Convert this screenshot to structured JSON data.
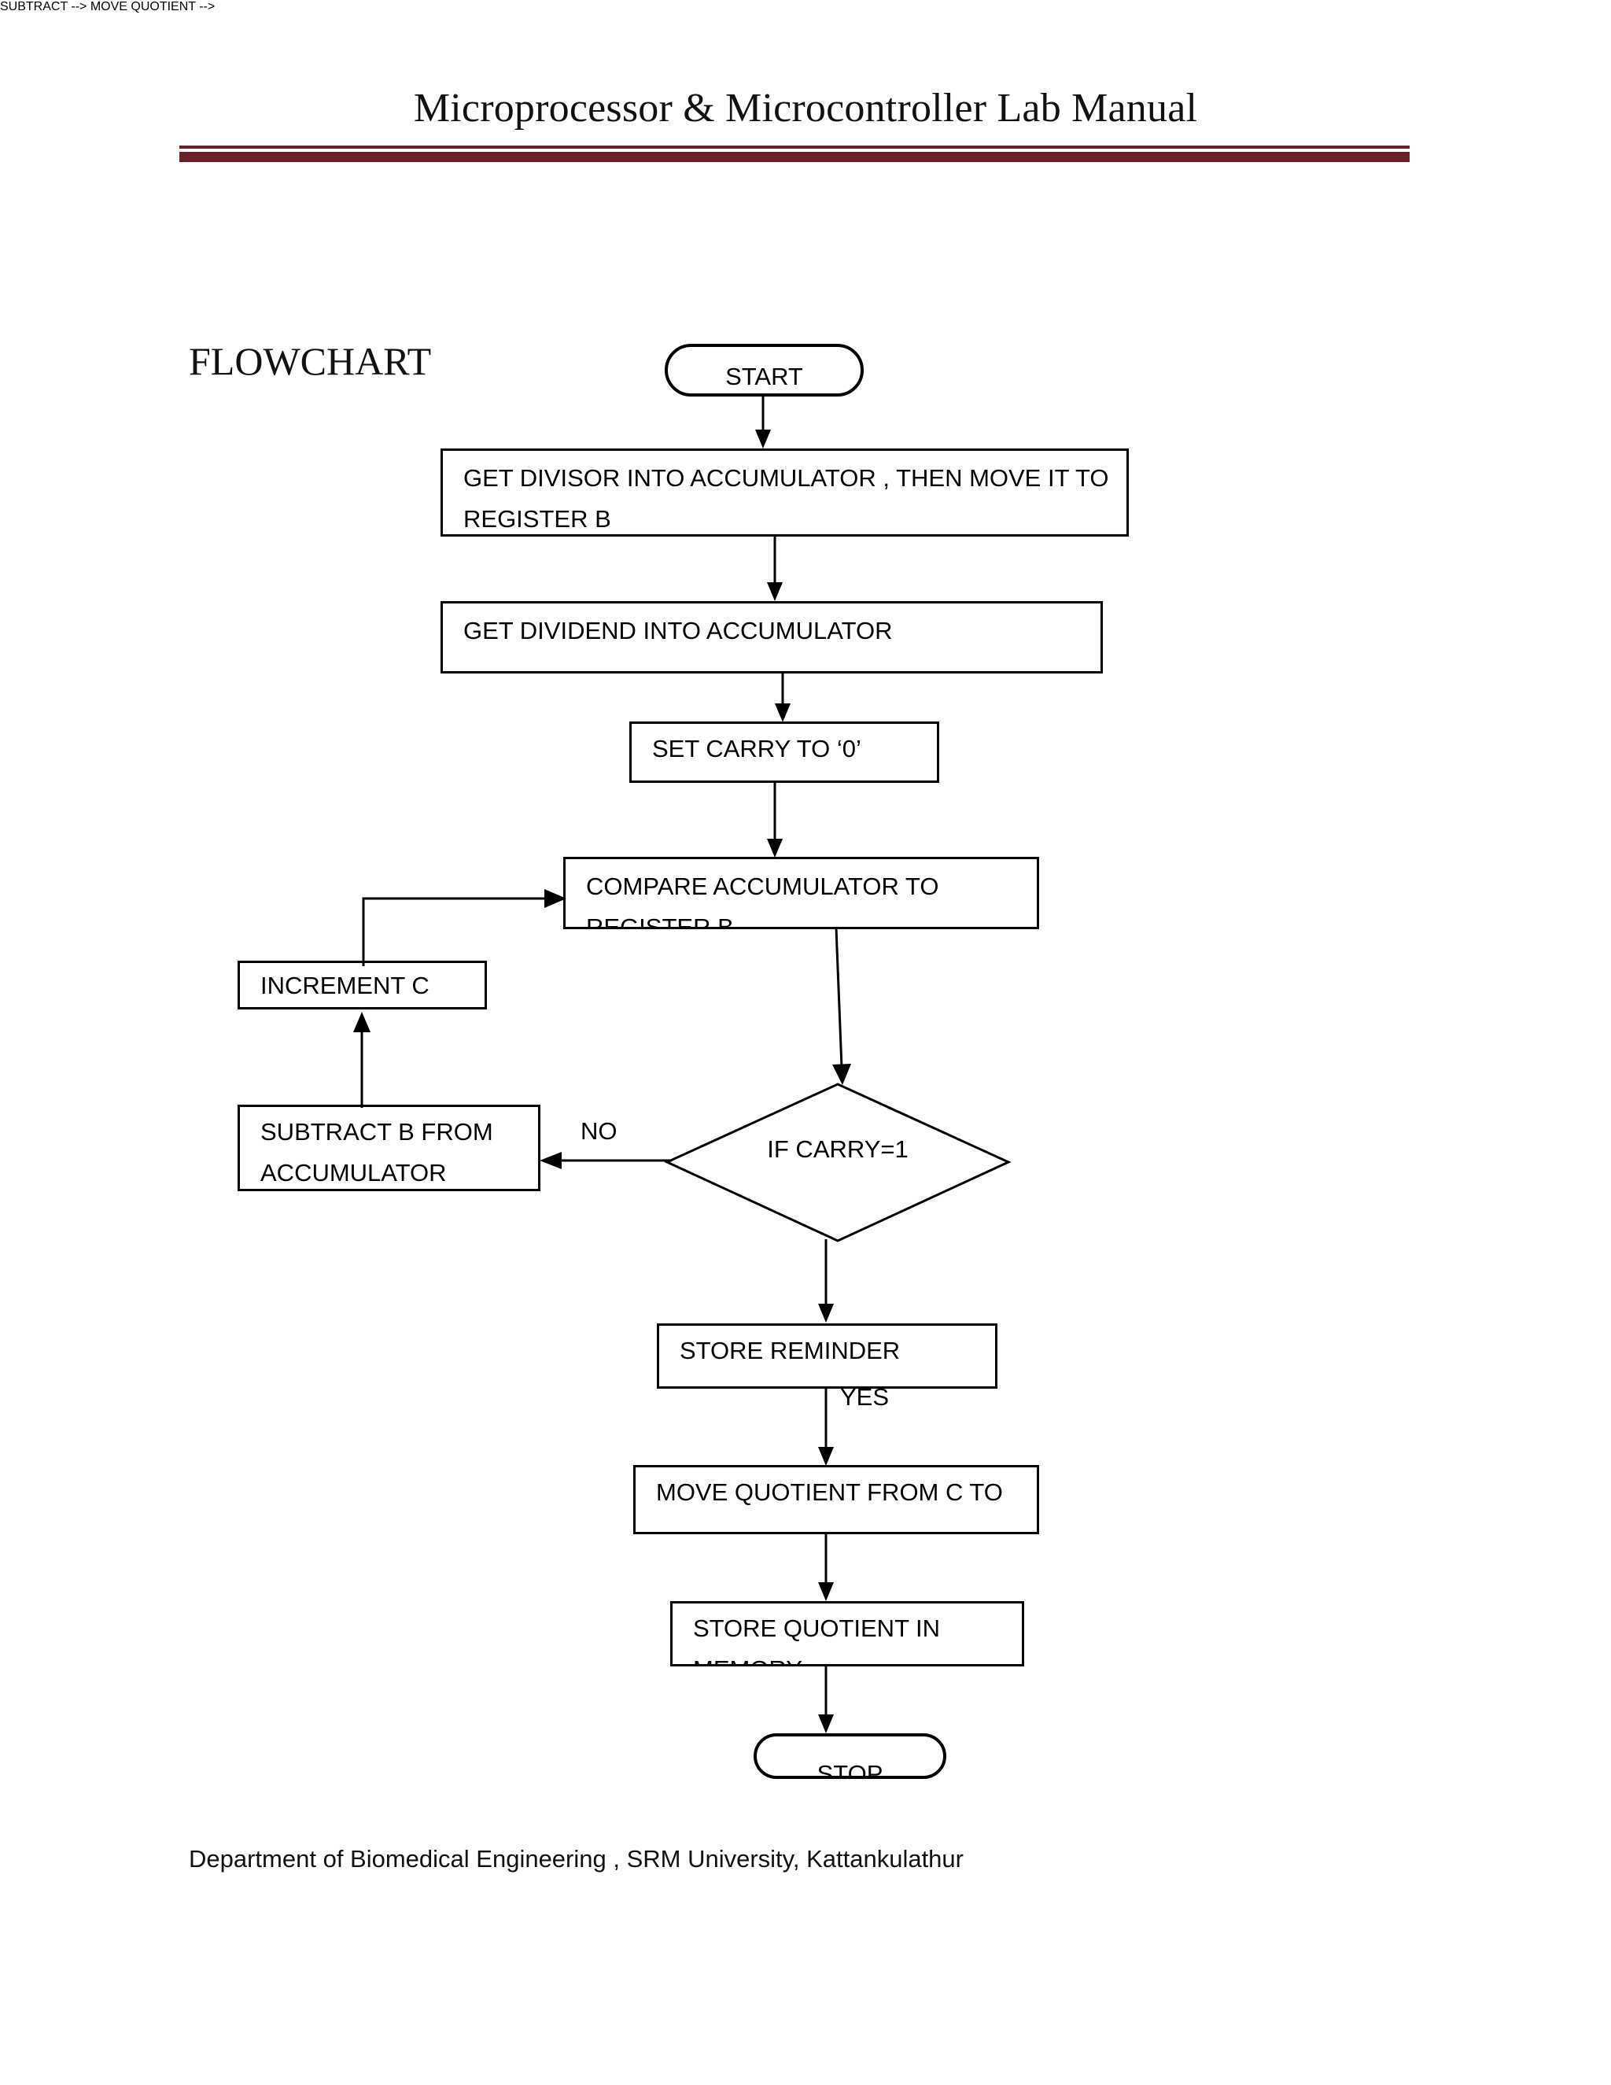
{
  "header": {
    "title": "Microprocessor & Microcontroller Lab Manual",
    "rule_color": "#6b2028"
  },
  "section": {
    "label": "FLOWCHART"
  },
  "flowchart": {
    "title": "FLOWCHART",
    "nodes": [
      {
        "id": "start",
        "type": "terminal",
        "text": "START"
      },
      {
        "id": "divisor",
        "type": "process",
        "text": "GET DIVISOR INTO ACCUMULATOR , THEN MOVE IT TO REGISTER B"
      },
      {
        "id": "dividend",
        "type": "process",
        "text": "GET DIVIDEND INTO ACCUMULATOR"
      },
      {
        "id": "carry0",
        "type": "process",
        "text": "SET CARRY TO ‘0’"
      },
      {
        "id": "compare",
        "type": "process",
        "text": "COMPARE ACCUMULATOR TO REGISTER B"
      },
      {
        "id": "increment",
        "type": "process",
        "text": "INCREMENT C"
      },
      {
        "id": "subtract",
        "type": "process",
        "text": "SUBTRACT B FROM ACCUMULATOR"
      },
      {
        "id": "decision",
        "type": "decision",
        "text": "IF CARRY=1"
      },
      {
        "id": "reminder",
        "type": "process",
        "text": "STORE REMINDER"
      },
      {
        "id": "movequot",
        "type": "process",
        "text": "MOVE QUOTIENT FROM C TO"
      },
      {
        "id": "storequot",
        "type": "process",
        "text": "STORE QUOTIENT IN MEMORY"
      },
      {
        "id": "stop",
        "type": "terminal",
        "text": "STOP"
      }
    ],
    "edge_labels": {
      "no": "NO",
      "yes": "YES"
    }
  },
  "footer": {
    "text": "Department of Biomedical Engineering , SRM University, Kattankulathur"
  }
}
